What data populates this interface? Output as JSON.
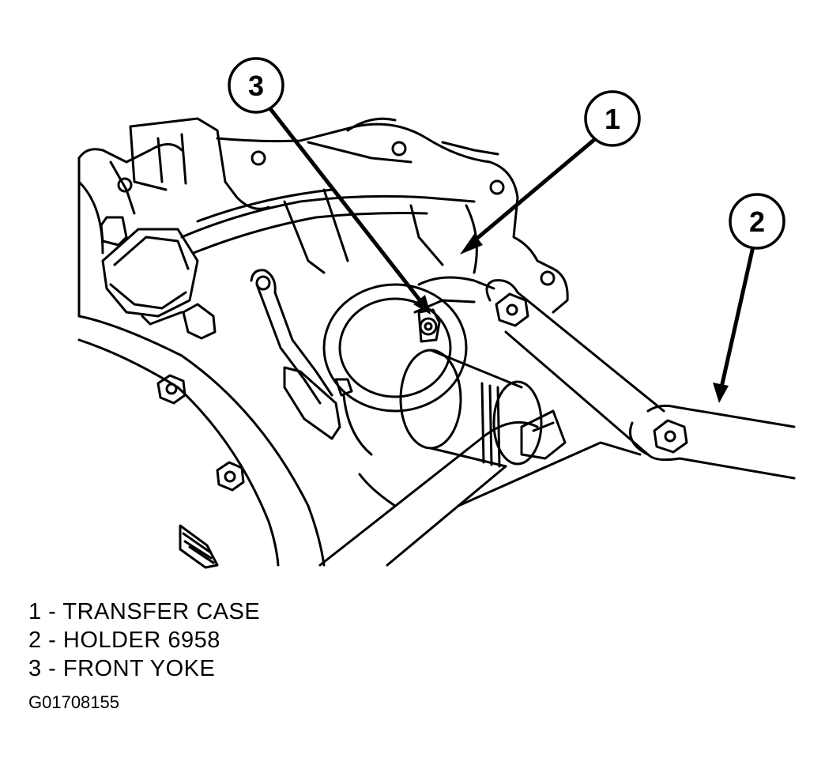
{
  "colors": {
    "ink": "#000000",
    "paper": "#ffffff"
  },
  "callouts": [
    {
      "number": "1"
    },
    {
      "number": "2"
    },
    {
      "number": "3"
    }
  ],
  "legend": [
    {
      "text": "1 - TRANSFER CASE"
    },
    {
      "text": "2 - HOLDER 6958"
    },
    {
      "text": "3 - FRONT YOKE"
    }
  ],
  "figure_id": "G01708155"
}
